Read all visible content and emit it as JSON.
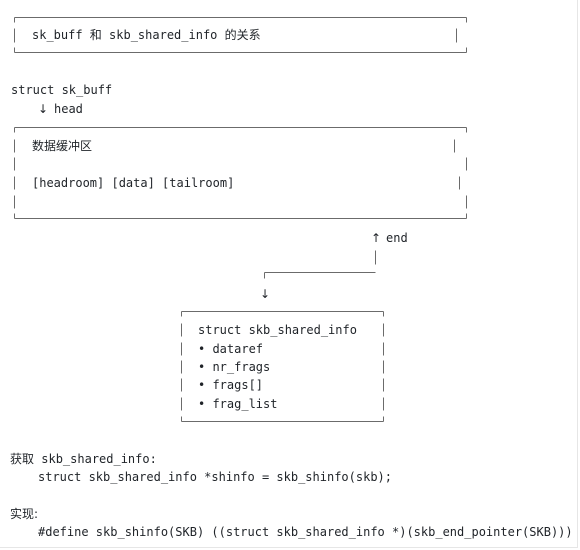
{
  "title_box": {
    "label": "sk_buff 和 skb_shared_info 的关系"
  },
  "sk_buff": {
    "struct_label": "struct sk_buff",
    "head_arrow": "↓",
    "head_label": "head",
    "buffer_title": "数据缓冲区",
    "buffer_layout": "[headroom] [data] [tailroom]",
    "end_arrow": "↑",
    "end_label": "end",
    "down_arrow": "↓"
  },
  "shared_info": {
    "struct_label": "struct skb_shared_info",
    "fields": [
      "• dataref",
      "• nr_frags",
      "• frags[]",
      "• frag_list"
    ]
  },
  "get_section": {
    "heading_cjk": "获取",
    "heading_rest": " skb_shared_info:",
    "code": "struct skb_shared_info *shinfo = skb_shinfo(skb);"
  },
  "impl_section": {
    "heading": "实现:",
    "code": "#define skb_shinfo(SKB) ((struct skb_shared_info *)(skb_end_pointer(SKB)))"
  }
}
